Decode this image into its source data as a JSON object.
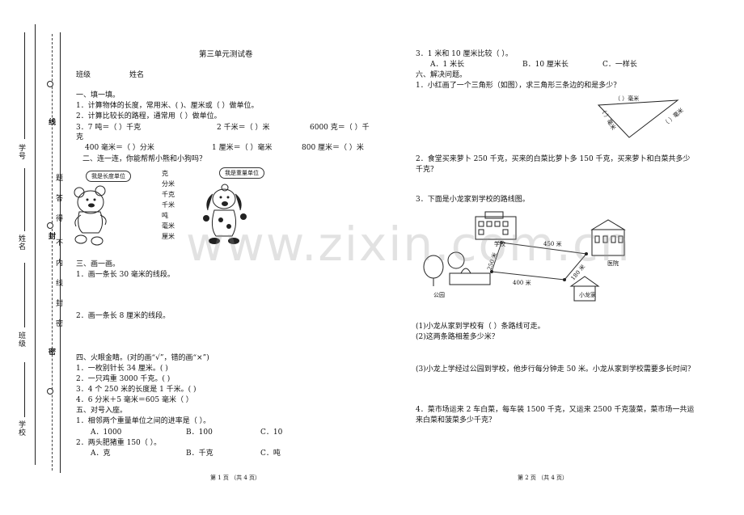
{
  "binding": {
    "labels": [
      "学号",
      "姓名",
      "班级",
      "学校"
    ],
    "seal_words": [
      "线",
      "题",
      "答",
      "得",
      "不",
      "内",
      "线",
      "封",
      "密"
    ],
    "mark_feng": "封",
    "mark_xian": "线",
    "mark_mi": "密"
  },
  "left": {
    "title": "第三单元测试卷",
    "class_label": "班级",
    "name_label": "姓名",
    "s1_title": "一、填一填。",
    "s1_q1": "1．计算物体的长度，常用米、(  )、厘米或（  ）做单位。",
    "s1_q2": "2．计算比较长的路程，通常用（   ）做单位。",
    "s1_q3a": "3．7 吨＝（   ）千克",
    "s1_q3b": "2 千米＝（   ）米",
    "s1_q3c": "6000 克＝（   ）千",
    "s1_q3d": "克",
    "s1_q4a": "400 毫米＝（   ）分米",
    "s1_q4b": "1 厘米＝（   ）毫米",
    "s1_q4c": "800 厘米＝（   ）米",
    "s2_title": "二、连一连，你能帮帮小熊和小狗吗？",
    "bear_bubble": "我是长度单位",
    "dog_bubble": "我是重量单位",
    "units": [
      "克",
      "分米",
      "千克",
      "千米",
      "吨",
      "毫米",
      "厘米"
    ],
    "s3_title": "三、画一画。",
    "s3_q1": "1．画一条长 30 毫米的线段。",
    "s3_q2": "2．画一条长 8 厘米的线段。",
    "s4_title": "四、火眼金睛。(对的画“√”，错的画“×”)",
    "s4_q1": "1．一枚别针长 34 厘米。(    )",
    "s4_q2": "2．一只鸡重 3000 千克。(    )",
    "s4_q3": "3．4 个 250 米的长度是 1 千米。(    )",
    "s4_q4": "4．6 分米＋5 毫米＝605 毫米（    ）",
    "s5_title": "五、对号入座。",
    "s5_q1": "1．相邻两个重量单位之间的进率是（  ）。",
    "s5_q1_opts": [
      "A．1000",
      "B．100",
      "C．10"
    ],
    "s5_q2": "2．两头肥猪重 150（    ）。",
    "s5_q2_opts": [
      "A．克",
      "B．千克",
      "C．吨"
    ],
    "footer": "第 1 页    （共 4 页）"
  },
  "right": {
    "q3": "3．1 米和 10 厘米比较（    ）。",
    "q3_opts": [
      "A．1 米长",
      "B．10 厘米长",
      "C．一样长"
    ],
    "s6_title": "六、解决问题。",
    "p1": "1．小红画了一个三角形（如图），求三角形三条边的和是多少？",
    "tri_labels": [
      "（    ）毫米",
      "（    ）毫米",
      "（    ）毫米"
    ],
    "p2a": "2．食堂买来萝卜 250 千克，买来的白菜比萝卜多 150 千克，买来萝卜和白菜共多少",
    "p2b": "千克？",
    "p3": "3．下面是小龙家到学校的路线图。",
    "map_labels": {
      "school": "学校",
      "hospital": "医院",
      "park": "公园",
      "home": "小龙家",
      "d1": "450 米",
      "d2": "250 米",
      "d3": "400 米",
      "d4": "180 米"
    },
    "p3_1": "(1)小龙从家到学校有（    ）条路线可走。",
    "p3_2": "(2)这两条路相差多少米？",
    "p3_3": "(3)小龙上学经过公园到学校，他步行每分钟走 50 米。小龙从家到学校需要多长时间？",
    "p4a": "4．菜市场运来 2 车白菜，每车装 1500 千克，又运来 2500 千克菠菜，菜市场一共运",
    "p4b": "来白菜和菠菜多少千克？",
    "footer": "第 2 页    （共 4 页）"
  },
  "watermark": "www.zixin.com.cn"
}
